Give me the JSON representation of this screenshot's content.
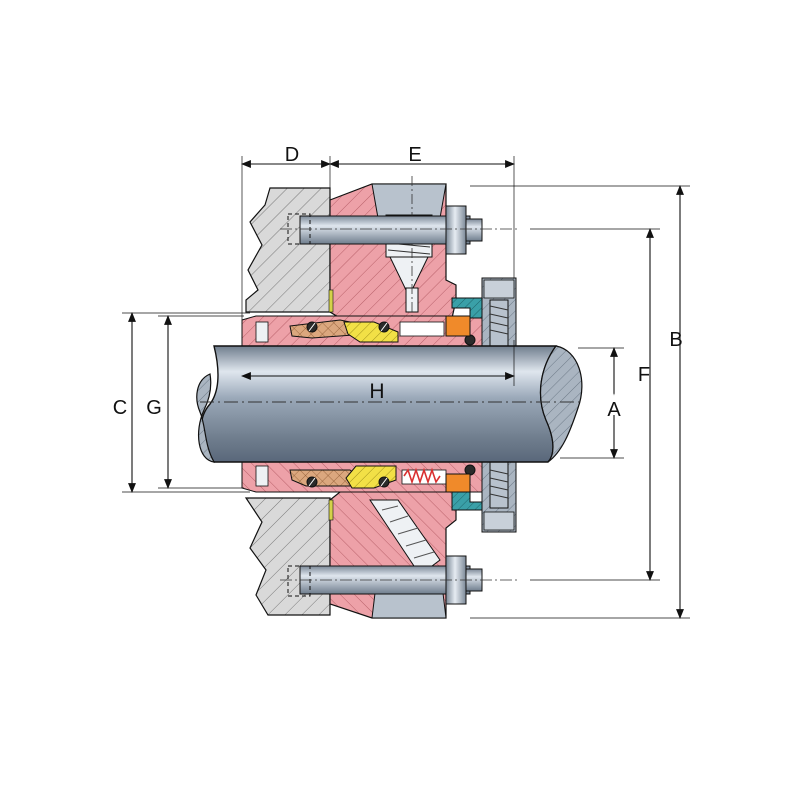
{
  "dimensions": {
    "A": "A",
    "B": "B",
    "C": "C",
    "D": "D",
    "E": "E",
    "F": "F",
    "G": "G",
    "H": "H"
  },
  "colors": {
    "shaft": "#8e9cad",
    "shaft_highlight": "#dfe6ee",
    "gland": "#eda1a8",
    "gland_dark": "#c7757c",
    "housing": "#d6d6d6",
    "steel": "#a6b2be",
    "carbon_face": "#f2e046",
    "seat": "#dba77e",
    "drive_ring": "#f08a2a",
    "clamp_ring": "#3aa0a8",
    "spring": "#d93030",
    "line": "#111111"
  }
}
